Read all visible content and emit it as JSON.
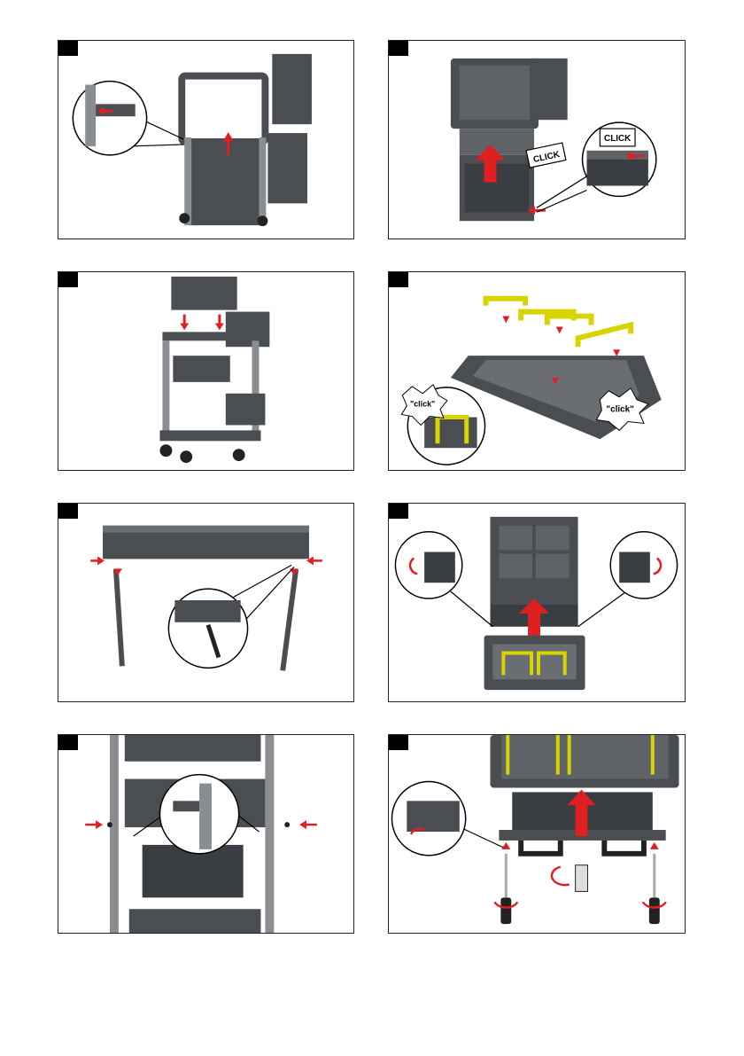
{
  "page": {
    "title": ""
  },
  "panels": [
    {
      "id": "step-1",
      "callouts": []
    },
    {
      "id": "step-2",
      "callouts": [
        "CLICK",
        "CLICK"
      ]
    },
    {
      "id": "step-3",
      "callouts": []
    },
    {
      "id": "step-4",
      "callouts": [
        "\"click\"",
        "\"click\""
      ]
    },
    {
      "id": "step-5",
      "callouts": []
    },
    {
      "id": "step-6",
      "callouts": []
    },
    {
      "id": "step-7",
      "callouts": []
    },
    {
      "id": "step-8",
      "callouts": []
    }
  ],
  "colors": {
    "part_dark": "#4a4d52",
    "part_mid": "#5f6368",
    "part_light": "#8a8e93",
    "accent_yellow": "#d8d400",
    "arrow_red": "#e02020",
    "frame": "#222222"
  }
}
